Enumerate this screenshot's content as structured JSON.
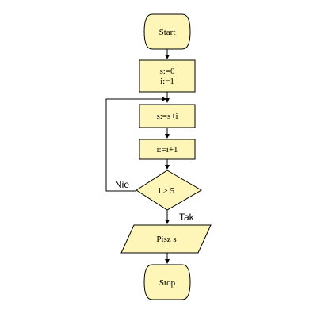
{
  "flowchart": {
    "start": {
      "label": "Start"
    },
    "init": {
      "line1": "s:=0",
      "line2": "i:=1"
    },
    "add_step": {
      "label": "s:=s+i"
    },
    "increment_step": {
      "label": "i:=i+1"
    },
    "condition": {
      "label": "i > 5"
    },
    "branch_no": {
      "label": "Nie"
    },
    "branch_yes": {
      "label": "Tak"
    },
    "output": {
      "label": "Pisz s"
    },
    "stop": {
      "label": "Stop"
    }
  },
  "colors": {
    "shape_fill": "#fdf6b8",
    "stroke": "#000000",
    "background": "#ffffff"
  }
}
